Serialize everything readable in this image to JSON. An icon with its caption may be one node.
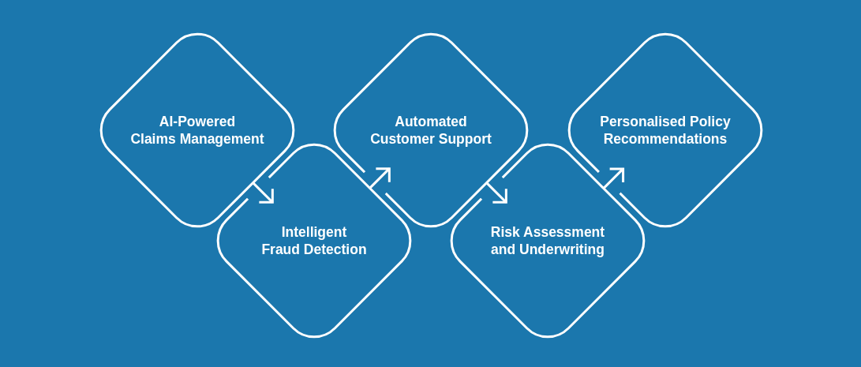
{
  "diagram": {
    "nodes": [
      {
        "text": [
          "AI-Powered Claims Management"
        ]
      },
      {
        "text": [
          "Intelligent Fraud Detection"
        ]
      },
      {
        "text": [
          "Automated Customer Support"
        ]
      },
      {
        "text": [
          "Risk Assessment and Underwriting"
        ]
      },
      {
        "text": [
          "Personalised Policy Recommendations"
        ]
      }
    ],
    "edges": [
      {
        "from": 0,
        "to": 1,
        "arrow": "to"
      },
      {
        "from": 1,
        "to": 2,
        "arrow": "to"
      },
      {
        "from": 2,
        "to": 3,
        "arrow": "to"
      },
      {
        "from": 3,
        "to": 4,
        "arrow": "to"
      }
    ]
  }
}
